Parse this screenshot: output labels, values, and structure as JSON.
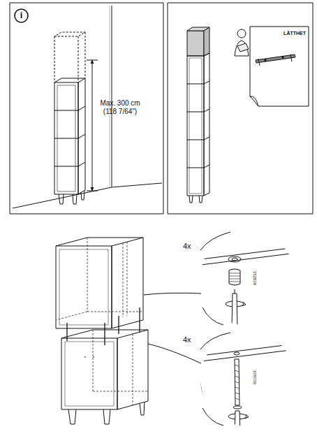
{
  "diagram": {
    "nodes": [
      {
        "text": [
          "i"
        ]
      },
      {
        "text": [
          "LÄTTHET"
        ]
      }
    ],
    "labels": [
      "Max. 300 cm (118 7/64\")",
      "4x",
      "152039",
      "4x",
      "108736"
    ]
  }
}
